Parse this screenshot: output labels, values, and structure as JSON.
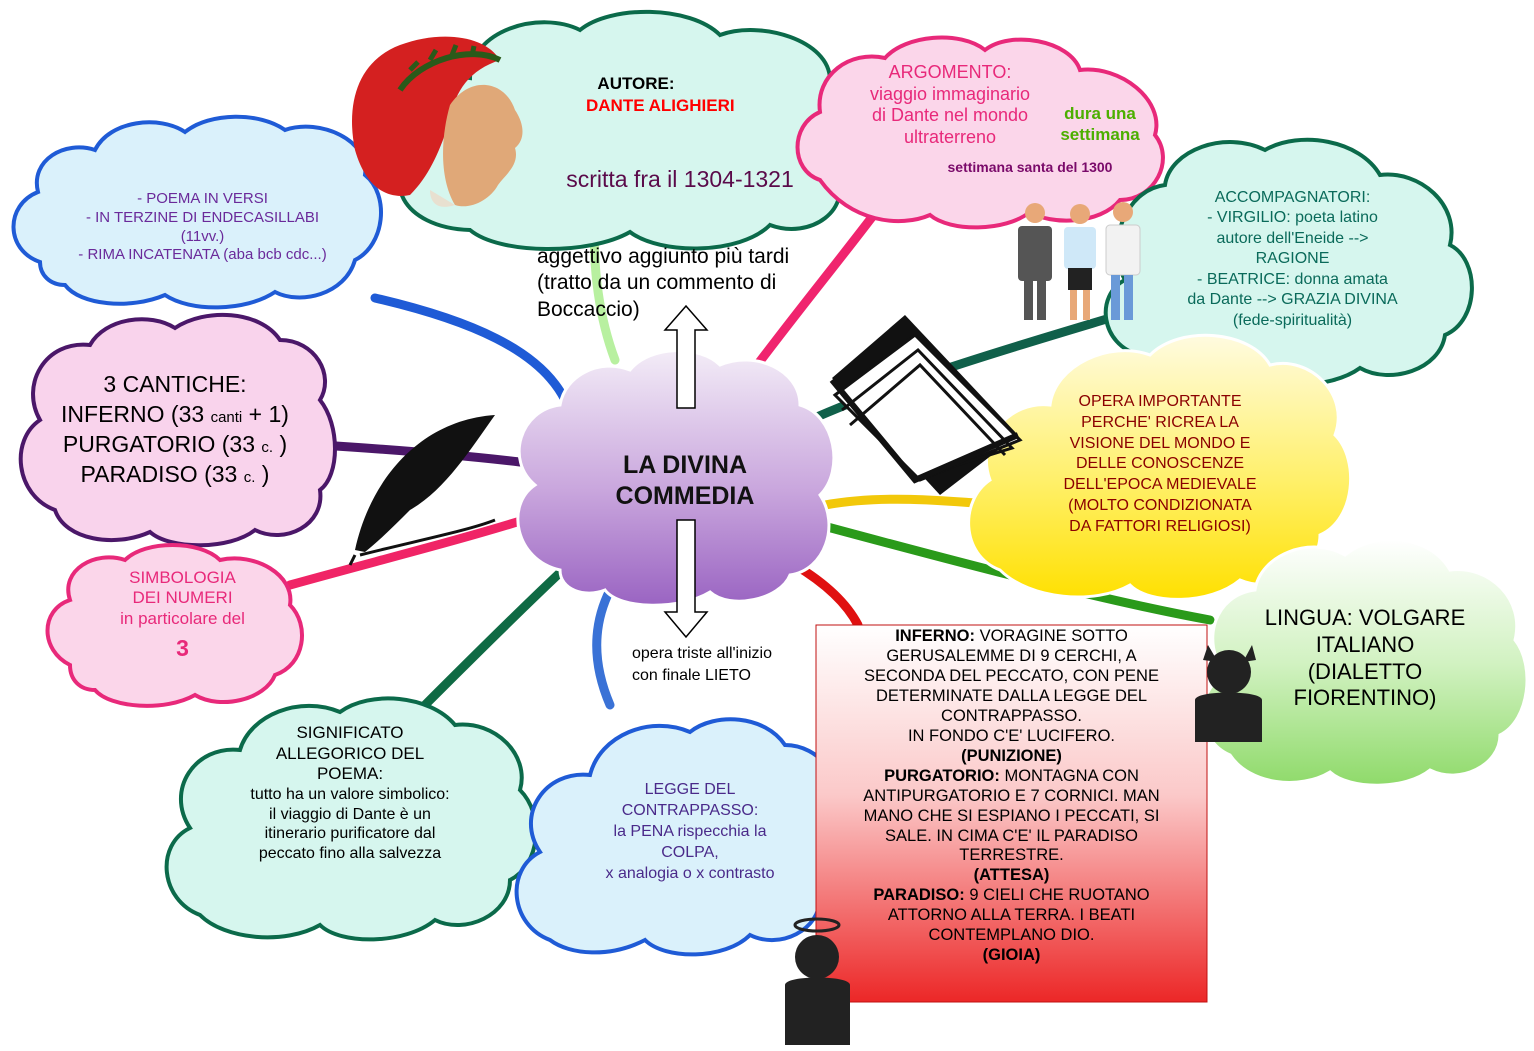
{
  "center": {
    "line1": "LA DIVINA",
    "line2": "COMMEDIA"
  },
  "author": {
    "label": "AUTORE:",
    "name": "DANTE ALIGHIERI",
    "written": "scritta fra il 1304-1321"
  },
  "adjective_note": [
    "aggettivo aggiunto più tardi",
    "(tratto da un commento di",
    "Boccaccio)"
  ],
  "mood_note": [
    "opera triste all'inizio",
    "con finale LIETO"
  ],
  "argomento": {
    "title": "ARGOMENTO:",
    "lines": [
      "viaggio immaginario",
      "di Dante nel mondo",
      "ultraterreno"
    ],
    "duration": [
      "dura una",
      "settimana"
    ],
    "week": "settimana santa del 1300"
  },
  "poema": [
    "- POEMA IN VERSI",
    "- IN TERZINE DI ENDECASILLABI",
    "(11vv.)",
    "- RIMA INCATENATA (aba bcb cdc...)"
  ],
  "accompagnatori": [
    "ACCOMPAGNATORI:",
    "- VIRGILIO: poeta latino",
    "autore dell'Eneide -->",
    "RAGIONE",
    "- BEATRICE: donna amata",
    "da Dante --> GRAZIA DIVINA",
    "(fede-spiritualità)"
  ],
  "cantiche": {
    "title": "3 CANTICHE:",
    "inferno": "INFERNO (33",
    "inferno_small": "canti",
    "inferno_end": "+ 1)",
    "purgatorio": "PURGATORIO (33",
    "purgatorio_small": "c.",
    "purgatorio_end": ")",
    "paradiso": "PARADISO (33",
    "paradiso_small": "c.",
    "paradiso_end": ")"
  },
  "opera": [
    "OPERA IMPORTANTE",
    "PERCHE' RICREA LA",
    "VISIONE DEL MONDO E",
    "DELLE CONOSCENZE",
    "DELL'EPOCA MEDIEVALE",
    "(MOLTO CONDIZIONATA",
    "DA FATTORI RELIGIOSI)"
  ],
  "simbologia": {
    "lines": [
      "SIMBOLOGIA",
      "DEI NUMERI",
      "in particolare del"
    ],
    "number": "3"
  },
  "lingua": [
    "LINGUA: VOLGARE",
    "ITALIANO",
    "(DIALETTO",
    "FIORENTINO)"
  ],
  "significato": [
    "SIGNIFICATO",
    "ALLEGORICO DEL",
    "POEMA:",
    "tutto ha un valore simbolico:",
    "il viaggio di Dante è un",
    "itinerario purificatore dal",
    "peccato fino alla salvezza"
  ],
  "legge": [
    "LEGGE DEL",
    "CONTRAPPASSO:",
    "la PENA rispecchia la",
    "COLPA,",
    "x analogia o x contrasto"
  ],
  "regni": {
    "inferno_head": "INFERNO:",
    "inferno_text1": "VORAGINE SOTTO",
    "inferno_lines": [
      "GERUSALEMME DI 9 CERCHI, A",
      "SECONDA DEL PECCATO, CON PENE",
      "DETERMINATE DALLA LEGGE DEL",
      "CONTRAPPASSO.",
      "IN FONDO C'E' LUCIFERO."
    ],
    "inferno_tag": "(PUNIZIONE)",
    "purgatorio_head": "PURGATORIO:",
    "purgatorio_text1": "MONTAGNA CON",
    "purgatorio_lines": [
      "ANTIPURGATORIO E 7 CORNICI. MAN",
      "MANO CHE SI ESPIANO I PECCATI, SI",
      "SALE. IN CIMA C'E' IL PARADISO",
      "TERRESTRE."
    ],
    "purgatorio_tag": "(ATTESA)",
    "paradiso_head": "PARADISO:",
    "paradiso_text1": "9 CIELI CHE RUOTANO",
    "paradiso_lines": [
      "ATTORNO ALLA TERRA. I BEATI",
      "CONTEMPLANO DIO."
    ],
    "paradiso_tag": "(GIOIA)"
  },
  "icons": [
    "dante-portrait-icon",
    "people-icon",
    "book-icon",
    "quill-pen-icon",
    "devil-icon",
    "angel-icon",
    "up-arrow-icon",
    "down-arrow-icon"
  ],
  "colors": {
    "author_name": "#ff0000",
    "argomento": "#e8297a",
    "duration": "#4caf00",
    "week": "#7a0a6a",
    "accompagnatori": "#0a6a5a",
    "opera": "#8b0000",
    "simbologia": "#e8297a",
    "legge": "#4a2a8a",
    "poema": "#6a2a9a"
  }
}
